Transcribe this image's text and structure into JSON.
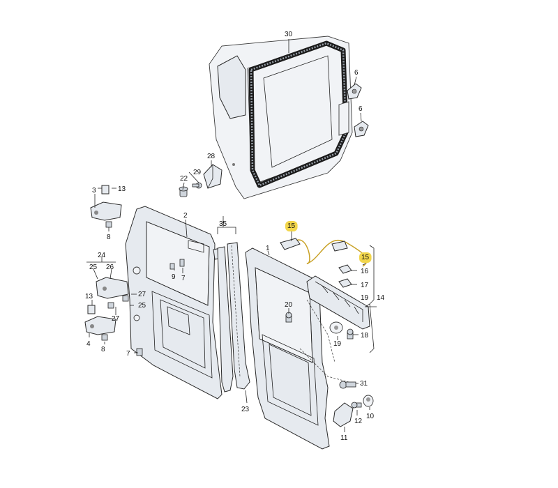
{
  "callouts": {
    "c30": "30",
    "c6a": "6",
    "c6b": "6",
    "c28": "28",
    "c22": "22",
    "c29": "29",
    "c3": "3",
    "c13a": "13",
    "c2": "2",
    "c8a": "8",
    "c35": "35",
    "c15a": "15",
    "c1": "1",
    "c15b": "15",
    "c24": "24",
    "c25a": "25",
    "c26": "26",
    "c9a": "9",
    "c7a": "7",
    "c16": "16",
    "c17": "17",
    "c19a": "19",
    "c14": "14",
    "c27a": "27",
    "c25b": "25",
    "c13b": "13",
    "c27b": "27",
    "c20": "20",
    "c19b": "19",
    "c18": "18",
    "c4": "4",
    "c8b": "8",
    "c7b": "7",
    "c31": "31",
    "c12": "12",
    "c10": "10",
    "c11": "11",
    "c23": "23"
  },
  "colors": {
    "part_fill": "#e6eaef",
    "seal": "#1c1c1c",
    "highlight": "#f2d64b",
    "wire": "#c9a227"
  }
}
